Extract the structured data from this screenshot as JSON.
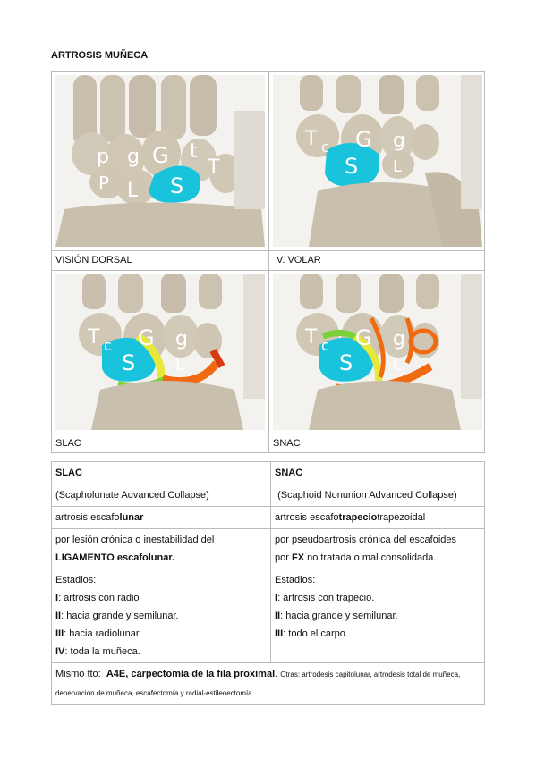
{
  "title": "ARTROSIS MUÑECA",
  "images": {
    "dorsal_caption": "VISIÓN DORSAL",
    "volar_caption": "V. VOLAR",
    "slac_caption": "SLAC",
    "snac_caption": "SNAC",
    "dorsal_letters": [
      "p",
      "g",
      "G",
      "t",
      "P",
      "L",
      "S",
      "T"
    ],
    "volar_letters": [
      "T",
      "c",
      "G",
      "g",
      "S",
      "L"
    ],
    "slac_letters": [
      "T",
      "c",
      "G",
      "g",
      "S",
      "L"
    ],
    "snac_letters": [
      "T",
      "c",
      "G",
      "g",
      "S",
      "L"
    ]
  },
  "table": {
    "slac": {
      "heading": "SLAC",
      "expansion": "(Scapholunate Advanced Collapse)",
      "arthrosis_prefix": "artrosis escafo",
      "arthrosis_bold": "lunar",
      "cause_text": "por lesión crónica o inestabilidad del",
      "cause_bold": "LIGAMENTO escafolunar.",
      "stages_title": "Estadios:",
      "stages": [
        {
          "num": "I",
          "text": ": artrosis con radio"
        },
        {
          "num": "II",
          "text": ": hacia grande y semilunar."
        },
        {
          "num": "III",
          "text": ": hacia radiolunar."
        },
        {
          "num": "IV",
          "text": ": toda la muñeca."
        }
      ]
    },
    "snac": {
      "heading": "SNAC",
      "expansion": "(Scaphoid Nonunion Advanced Collapse)",
      "arthrosis_prefix": "artrosis escafo",
      "arthrosis_bold": "trapecio",
      "arthrosis_suffix": "trapezoidal",
      "cause_text": "por pseudoartrosis crónica del escafoides",
      "cause_prefix": "por ",
      "cause_bold": "FX",
      "cause_suffix": " no tratada o mal consolidada.",
      "stages_title": "Estadios:",
      "stages": [
        {
          "num": "I",
          "text": ": artrosis con trapecio."
        },
        {
          "num": "II",
          "text": ": hacia grande y semilunar."
        },
        {
          "num": "III",
          "text": ": todo el carpo."
        }
      ]
    },
    "treatment": {
      "prefix": "Mismo tto:  ",
      "bold": "A4E, carpectomía de la fila proximal",
      "after_bold": ". ",
      "small": "Otras: artrodesis capitolunar, artrodesis total de muñeca, denervación de muñeca, escafectomía y radial-estileoectomía"
    }
  },
  "colors": {
    "bone": "#cfc6b4",
    "scaphoid": "#19c3dc",
    "slac_yellow": "#e8e83a",
    "slac_green": "#7ad13a",
    "snac_orange": "#f06a12",
    "slac_red": "#d83a14"
  }
}
